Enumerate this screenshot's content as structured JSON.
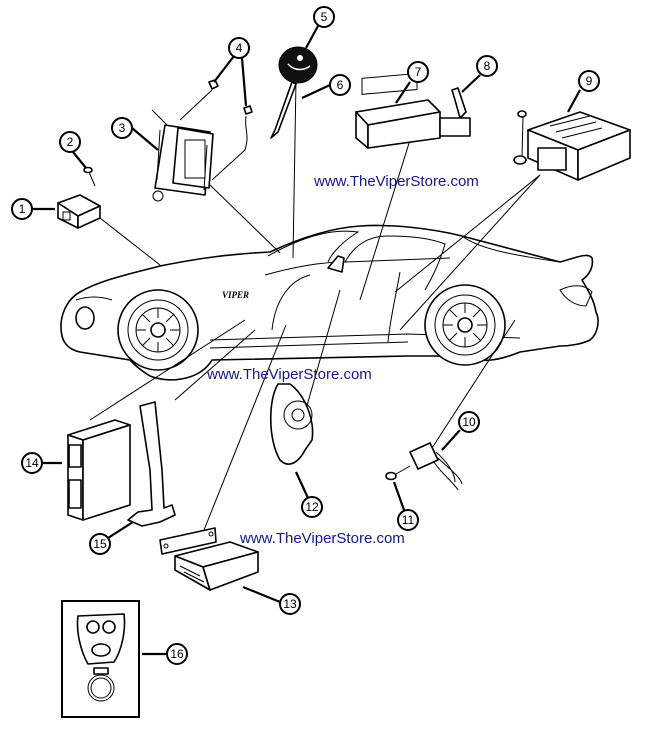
{
  "diagram": {
    "title": "Dodge Viper airbag / occupant restraint components",
    "watermark_color": "#16168a",
    "watermarks": [
      {
        "id": "top",
        "text": "www.TheViperStore.com"
      },
      {
        "id": "middle",
        "text": "www.TheViperStore.com"
      },
      {
        "id": "bottom",
        "text": "www.TheViperStore.com"
      }
    ],
    "badge_text": "VIPER",
    "callouts": [
      {
        "number": "1",
        "part": "module-box"
      },
      {
        "number": "2",
        "part": "screw"
      },
      {
        "number": "3",
        "part": "airbag-module"
      },
      {
        "number": "4",
        "part": "fasteners"
      },
      {
        "number": "5",
        "part": "horn-pad"
      },
      {
        "number": "6",
        "part": "wire-lead"
      },
      {
        "number": "7",
        "part": "control-module"
      },
      {
        "number": "8",
        "part": "bracket"
      },
      {
        "number": "9",
        "part": "controller-box"
      },
      {
        "number": "10",
        "part": "sensor-connector"
      },
      {
        "number": "11",
        "part": "screw"
      },
      {
        "number": "12",
        "part": "clockspring"
      },
      {
        "number": "13",
        "part": "bracket-module"
      },
      {
        "number": "14",
        "part": "electronic-module"
      },
      {
        "number": "15",
        "part": "harness"
      },
      {
        "number": "16",
        "part": "key-fob"
      }
    ]
  }
}
